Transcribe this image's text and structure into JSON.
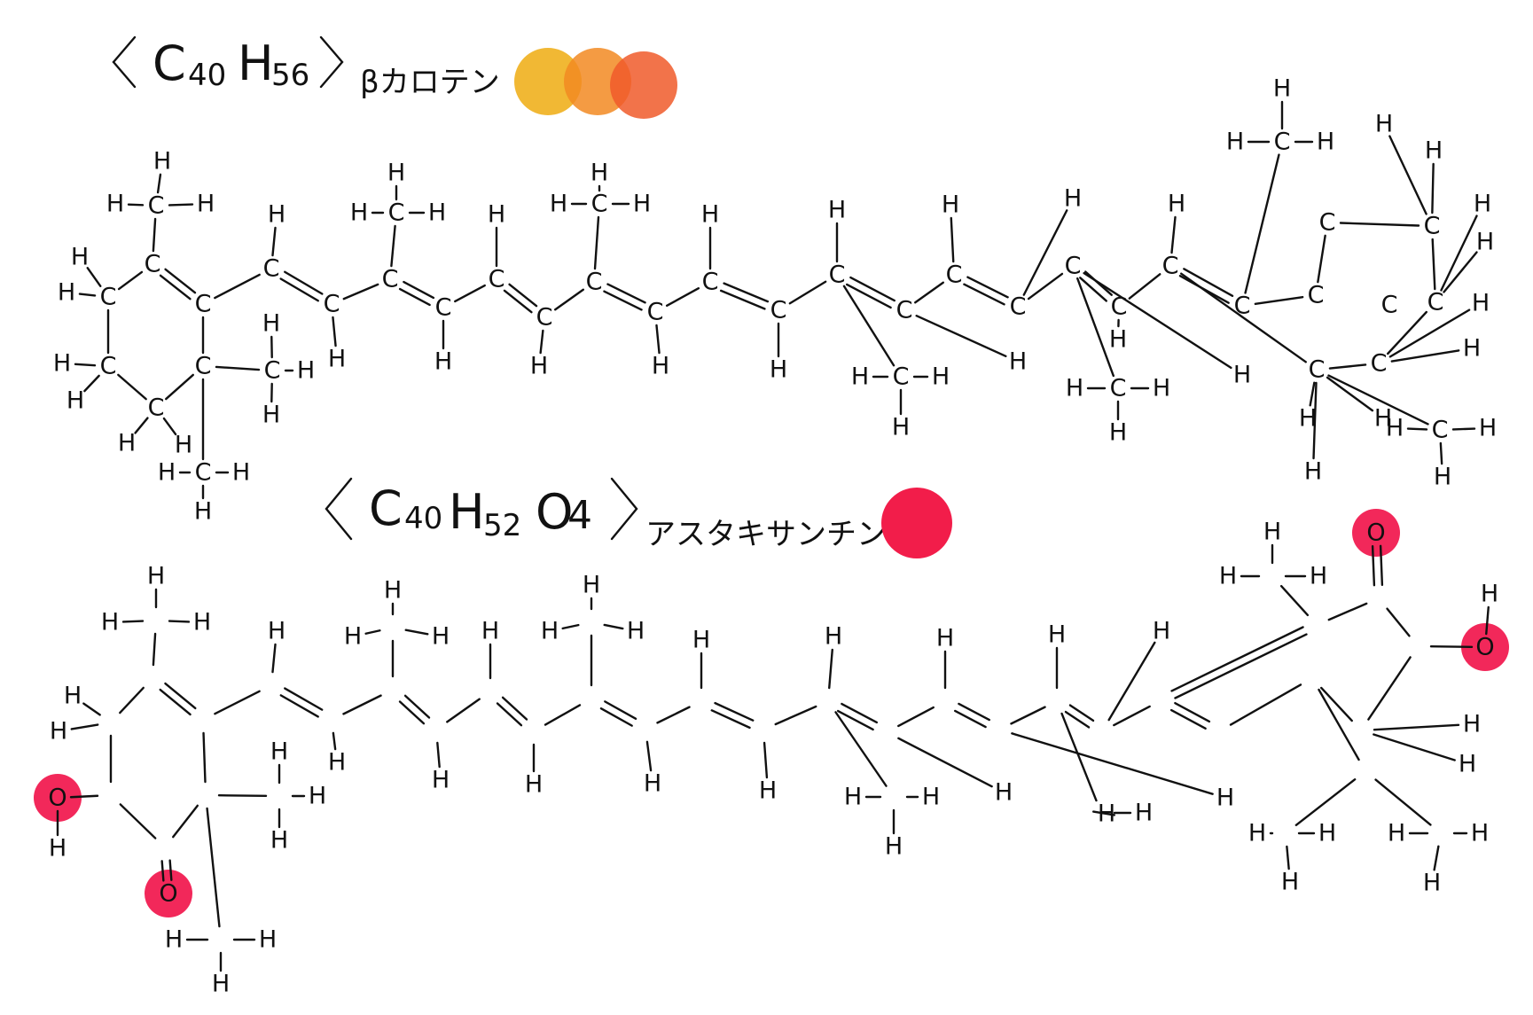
{
  "beta_carotene": {
    "formula": "C40H56",
    "formula_c": "C",
    "formula_c_sub": "40",
    "formula_h": "H",
    "formula_h_sub": "56",
    "name": "βカロテン",
    "swatch_colors": [
      "#f0b429",
      "#f28a22",
      "#f05a2a"
    ]
  },
  "astaxanthin": {
    "formula": "C40H52O4",
    "formula_c": "C",
    "formula_c_sub": "40",
    "formula_h": "H",
    "formula_h_sub": "52",
    "formula_o": "O",
    "formula_o_sub": "4",
    "name": "アスタキサンチン",
    "swatch_color": "#f21d4a",
    "oxygen_highlight_color": "#f2285a"
  },
  "atoms": {
    "carbon": "C",
    "hydrogen": "H",
    "oxygen": "O"
  }
}
